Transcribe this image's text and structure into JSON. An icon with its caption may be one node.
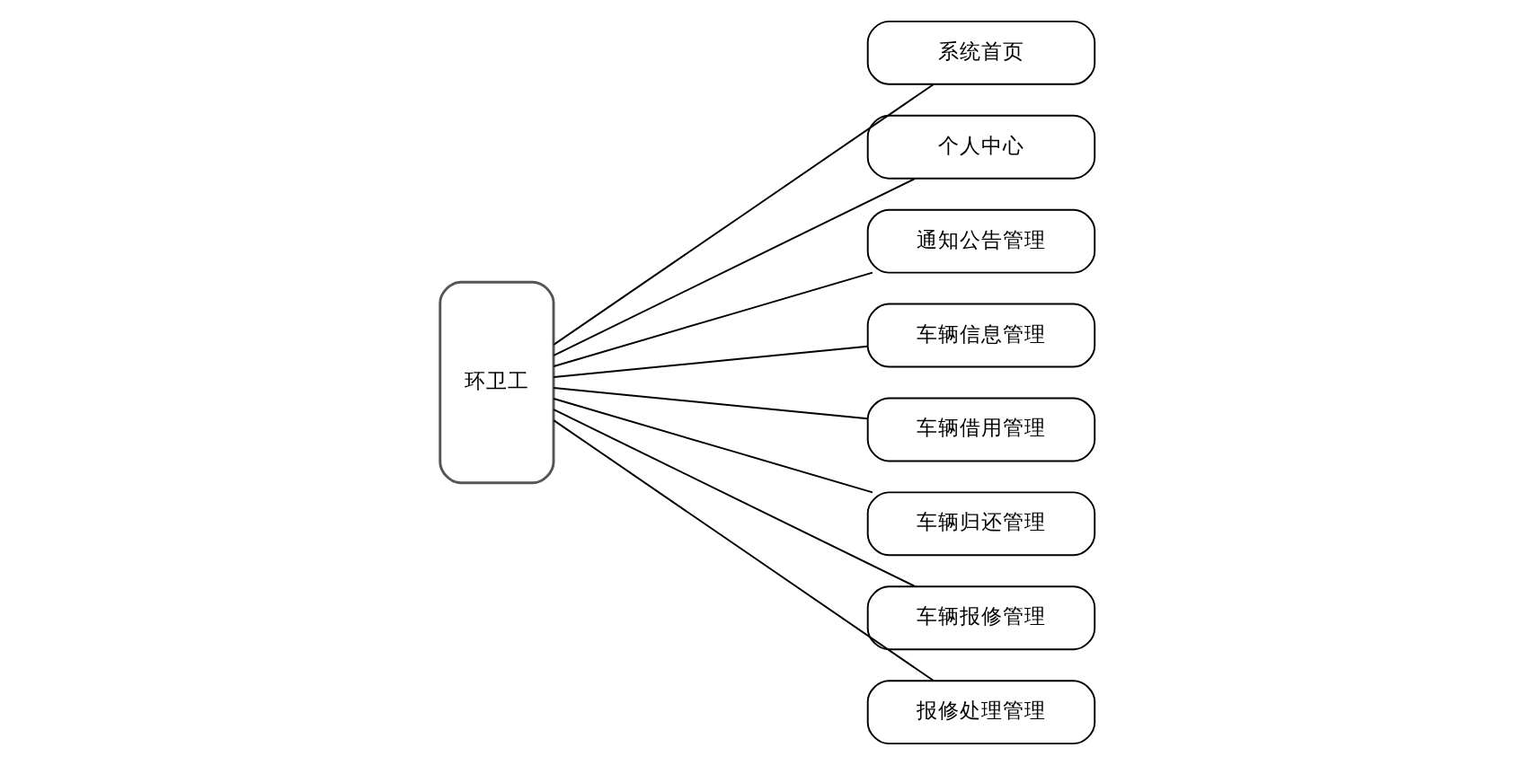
{
  "diagram": {
    "nodes": [
      {
        "text": [
          "环卫工"
        ]
      },
      {
        "text": [
          "系统首页"
        ]
      },
      {
        "text": [
          "个人中心"
        ]
      },
      {
        "text": [
          "通知公告管理"
        ]
      },
      {
        "text": [
          "车辆信息管理"
        ]
      },
      {
        "text": [
          "车辆借用管理"
        ]
      },
      {
        "text": [
          "车辆归还管理"
        ]
      },
      {
        "text": [
          "车辆报修管理"
        ]
      },
      {
        "text": [
          "报修处理管理"
        ]
      }
    ],
    "edges": [
      {
        "from": 0,
        "to": 1,
        "arrow": "none"
      },
      {
        "from": 0,
        "to": 2,
        "arrow": "none"
      },
      {
        "from": 0,
        "to": 3,
        "arrow": "none"
      },
      {
        "from": 0,
        "to": 4,
        "arrow": "none"
      },
      {
        "from": 0,
        "to": 5,
        "arrow": "none"
      },
      {
        "from": 0,
        "to": 6,
        "arrow": "none"
      },
      {
        "from": 0,
        "to": 7,
        "arrow": "none"
      },
      {
        "from": 0,
        "to": 8,
        "arrow": "none"
      }
    ]
  }
}
